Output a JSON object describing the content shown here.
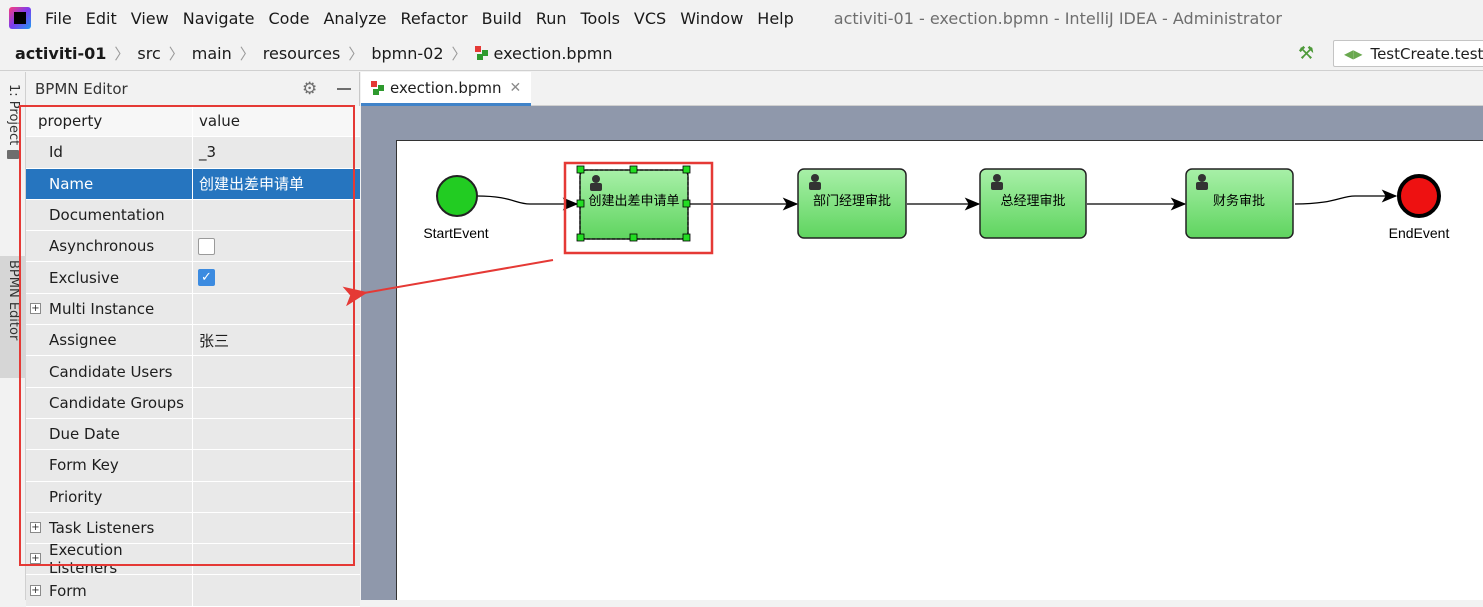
{
  "menubar": {
    "items": [
      "File",
      "Edit",
      "View",
      "Navigate",
      "Code",
      "Analyze",
      "Refactor",
      "Build",
      "Run",
      "Tools",
      "VCS",
      "Window",
      "Help"
    ],
    "window_title": "activiti-01 - exection.bpmn - IntelliJ IDEA - Administrator"
  },
  "breadcrumb": {
    "items": [
      "activiti-01",
      "src",
      "main",
      "resources",
      "bpmn-02",
      "exection.bpmn"
    ]
  },
  "run_config": {
    "label": "TestCreate.testC"
  },
  "toolstrip": {
    "project_label": "1: Project",
    "bpmn_label": "BPMN Editor"
  },
  "panel": {
    "title": "BPMN Editor",
    "header_key": "property",
    "header_value": "value",
    "rows": [
      {
        "key": "Id",
        "value": "_3"
      },
      {
        "key": "Name",
        "value": "创建出差申请单"
      },
      {
        "key": "Documentation",
        "value": ""
      },
      {
        "key": "Asynchronous",
        "value": ""
      },
      {
        "key": "Exclusive",
        "value": ""
      },
      {
        "key": "Multi Instance",
        "value": ""
      },
      {
        "key": "Assignee",
        "value": "张三"
      },
      {
        "key": "Candidate Users",
        "value": ""
      },
      {
        "key": "Candidate Groups",
        "value": ""
      },
      {
        "key": "Due Date",
        "value": ""
      },
      {
        "key": "Form Key",
        "value": ""
      },
      {
        "key": "Priority",
        "value": ""
      },
      {
        "key": "Task Listeners",
        "value": ""
      },
      {
        "key": "Execution Listeners",
        "value": ""
      },
      {
        "key": "Form",
        "value": ""
      }
    ]
  },
  "editor_tab": {
    "label": "exection.bpmn"
  },
  "diagram": {
    "start_label": "StartEvent",
    "end_label": "EndEvent",
    "tasks": [
      "创建出差申请单",
      "部门经理审批",
      "总经理审批",
      "财务审批"
    ],
    "colors": {
      "task_fill": "#7fe07f",
      "start_fill": "#22cc22",
      "end_fill": "#ee1111",
      "highlight": "#e53935"
    }
  }
}
